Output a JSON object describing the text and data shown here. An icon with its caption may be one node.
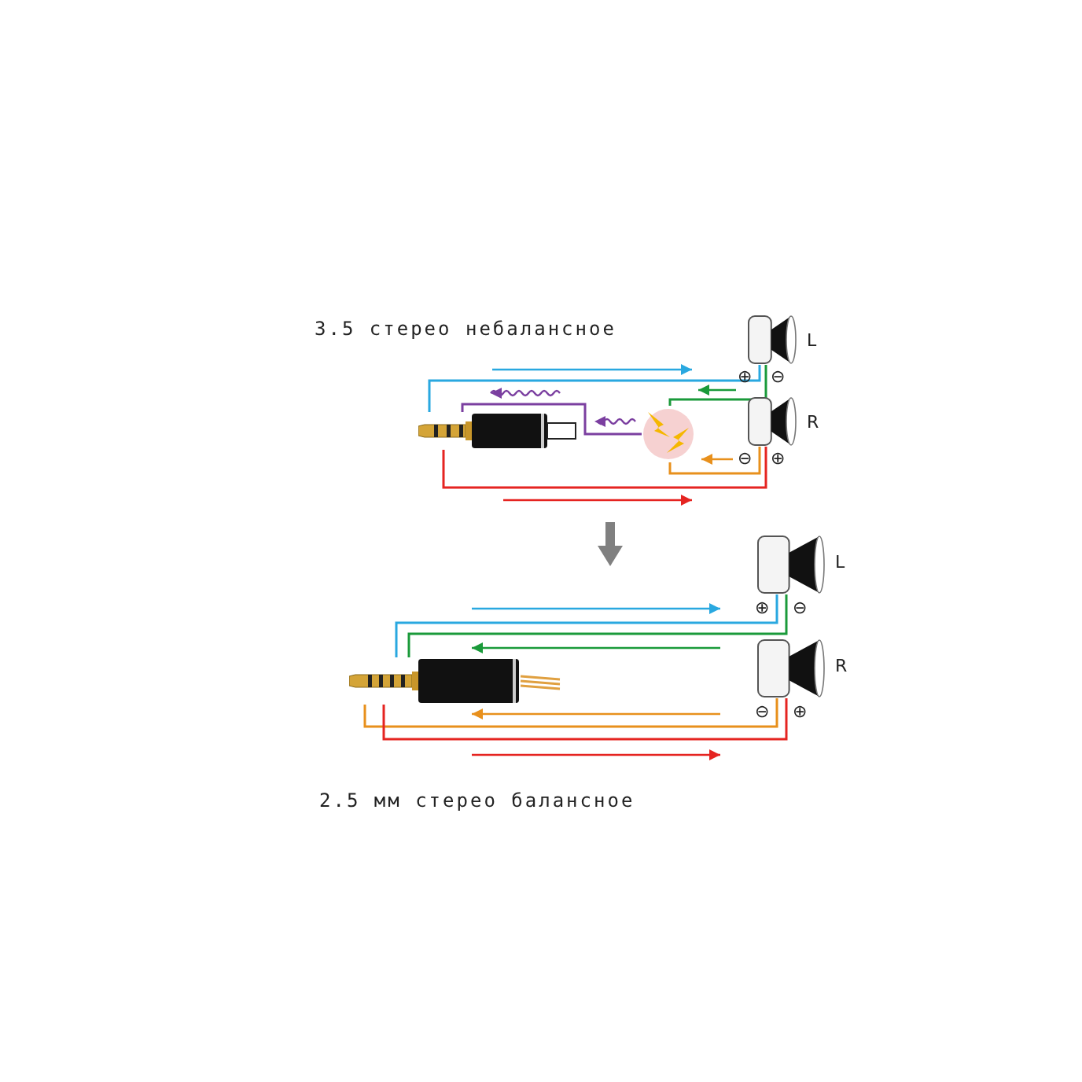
{
  "diagram": {
    "nodes": [
      {
        "text": [],
        "shape": "picture"
      },
      {
        "text": [],
        "shape": "picture",
        "beside": [
          "L",
          "⊕",
          "⊖"
        ]
      },
      {
        "text": [],
        "shape": "picture",
        "beside": [
          "R",
          "⊖",
          "⊕"
        ]
      },
      {
        "text": [],
        "shape": "picture"
      },
      {
        "text": [],
        "shape": "picture"
      },
      {
        "text": [],
        "shape": "picture",
        "beside": [
          "L",
          "⊕",
          "⊖"
        ]
      },
      {
        "text": [],
        "shape": "picture",
        "beside": [
          "R",
          "⊖",
          "⊕"
        ]
      }
    ],
    "edges": [
      {
        "from": 0,
        "to": 1,
        "arrow": "none",
        "color": "#29a8e0"
      },
      {
        "from": 0,
        "to": 2,
        "arrow": "none",
        "color": "#e52421"
      },
      {
        "from": 1,
        "to": 3,
        "arrow": "none",
        "color": "#1a9a3a"
      },
      {
        "from": 2,
        "to": 3,
        "arrow": "none",
        "color": "#e8901c"
      },
      {
        "from": 3,
        "to": 0,
        "arrow": "none",
        "color": "#7b3fa0"
      },
      {
        "from": 4,
        "to": 5,
        "arrow": "none",
        "color": "#29a8e0"
      },
      {
        "from": 4,
        "to": 5,
        "arrow": "none",
        "color": "#1a9a3a"
      },
      {
        "from": 4,
        "to": 6,
        "arrow": "none",
        "color": "#e8901c"
      },
      {
        "from": 4,
        "to": 6,
        "arrow": "none",
        "color": "#e52421"
      }
    ],
    "labels": [
      "3.5 стерео небалансное",
      "2.5 мм стерео балансное"
    ]
  }
}
